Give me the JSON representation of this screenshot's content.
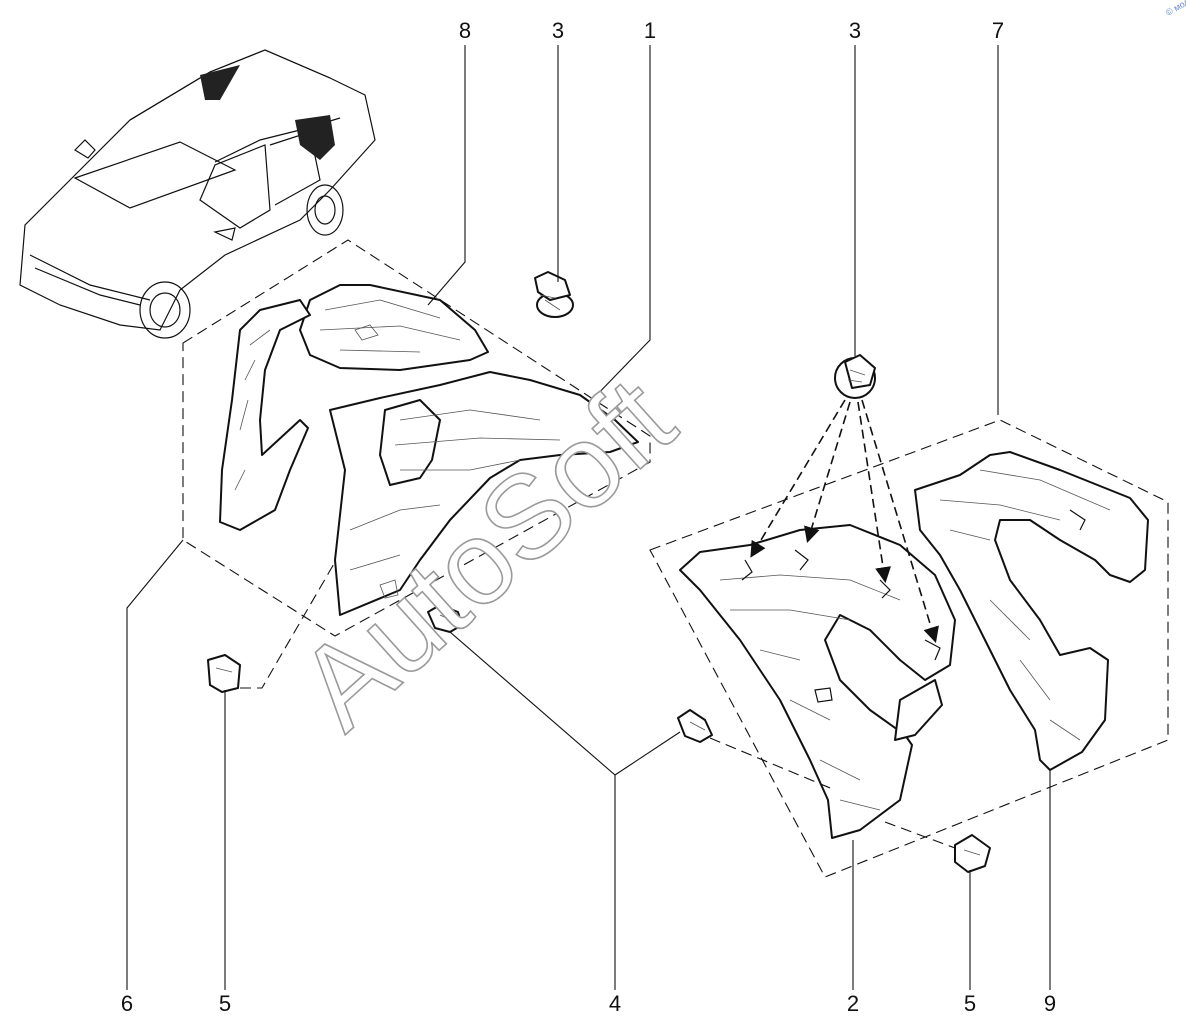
{
  "callouts": {
    "top": [
      "8",
      "3",
      "1",
      "3",
      "7"
    ],
    "bottom": [
      "6",
      "5",
      "4",
      "2",
      "5",
      "9"
    ]
  },
  "watermark": "AutoSoft",
  "corner_mark": "© мод"
}
